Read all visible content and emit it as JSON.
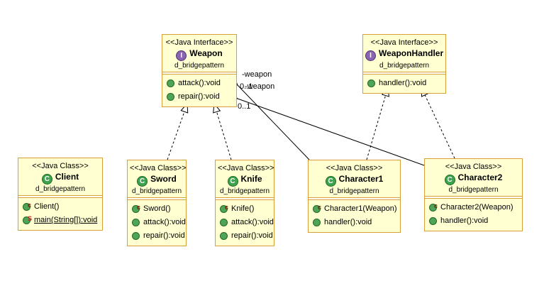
{
  "diagram": {
    "colors": {
      "box_fill": "#FFFFD2",
      "box_border": "#D8A038",
      "interface_icon": "#8A63B3",
      "class_icon": "#3DA34F",
      "method_icon": "#4FA457",
      "constructor_modifier": "#7C1800",
      "static_modifier": "#D01F1F",
      "edge_line": "#000000"
    },
    "classes": [
      {
        "stereotype": "<<Java Interface>>",
        "icon_letter": "I",
        "name": "Weapon",
        "package": "d_bridgepattern",
        "members": [
          {
            "text": "attack():void"
          },
          {
            "text": "repair():void"
          }
        ]
      },
      {
        "stereotype": "<<Java Interface>>",
        "icon_letter": "I",
        "name": "WeaponHandler",
        "package": "d_bridgepattern",
        "members": [
          {
            "text": "handler():void"
          }
        ]
      },
      {
        "stereotype": "<<Java Class>>",
        "icon_letter": "C",
        "name": "Client",
        "package": "d_bridgepattern",
        "members": [
          {
            "text": "Client()",
            "modifier": "c"
          },
          {
            "text": "main(String[]):void",
            "modifier": "S"
          }
        ]
      },
      {
        "stereotype": "<<Java Class>>",
        "icon_letter": "C",
        "name": "Sword",
        "package": "d_bridgepattern",
        "members": [
          {
            "text": "Sword()",
            "modifier": "c"
          },
          {
            "text": "attack():void"
          },
          {
            "text": "repair():void"
          }
        ]
      },
      {
        "stereotype": "<<Java Class>>",
        "icon_letter": "C",
        "name": "Knife",
        "package": "d_bridgepattern",
        "members": [
          {
            "text": "Knife()",
            "modifier": "c"
          },
          {
            "text": "attack():void"
          },
          {
            "text": "repair():void"
          }
        ]
      },
      {
        "stereotype": "<<Java Class>>",
        "icon_letter": "C",
        "name": "Character1",
        "package": "d_bridgepattern",
        "members": [
          {
            "text": "Character1(Weapon)",
            "modifier": "c"
          },
          {
            "text": "handler():void"
          }
        ]
      },
      {
        "stereotype": "<<Java Class>>",
        "icon_letter": "C",
        "name": "Character2",
        "package": "d_bridgepattern",
        "members": [
          {
            "text": "Character2(Weapon)",
            "modifier": "c"
          },
          {
            "text": "handler():void"
          }
        ]
      }
    ],
    "edges": [
      {
        "type": "realization",
        "from": "Sword",
        "to": "Weapon"
      },
      {
        "type": "realization",
        "from": "Knife",
        "to": "Weapon"
      },
      {
        "type": "realization",
        "from": "Character1",
        "to": "WeaponHandler"
      },
      {
        "type": "realization",
        "from": "Character2",
        "to": "WeaponHandler"
      },
      {
        "type": "association",
        "from": "Character1",
        "to": "Weapon",
        "role": "-weapon",
        "multiplicity": "0..1"
      },
      {
        "type": "association",
        "from": "Character2",
        "to": "Weapon",
        "role": "-weapon",
        "multiplicity": "0..1"
      }
    ],
    "edge_labels": [
      {
        "text": "-weapon"
      },
      {
        "text": "0..1"
      },
      {
        "text": "-weapon"
      },
      {
        "text": "0..1"
      }
    ]
  }
}
